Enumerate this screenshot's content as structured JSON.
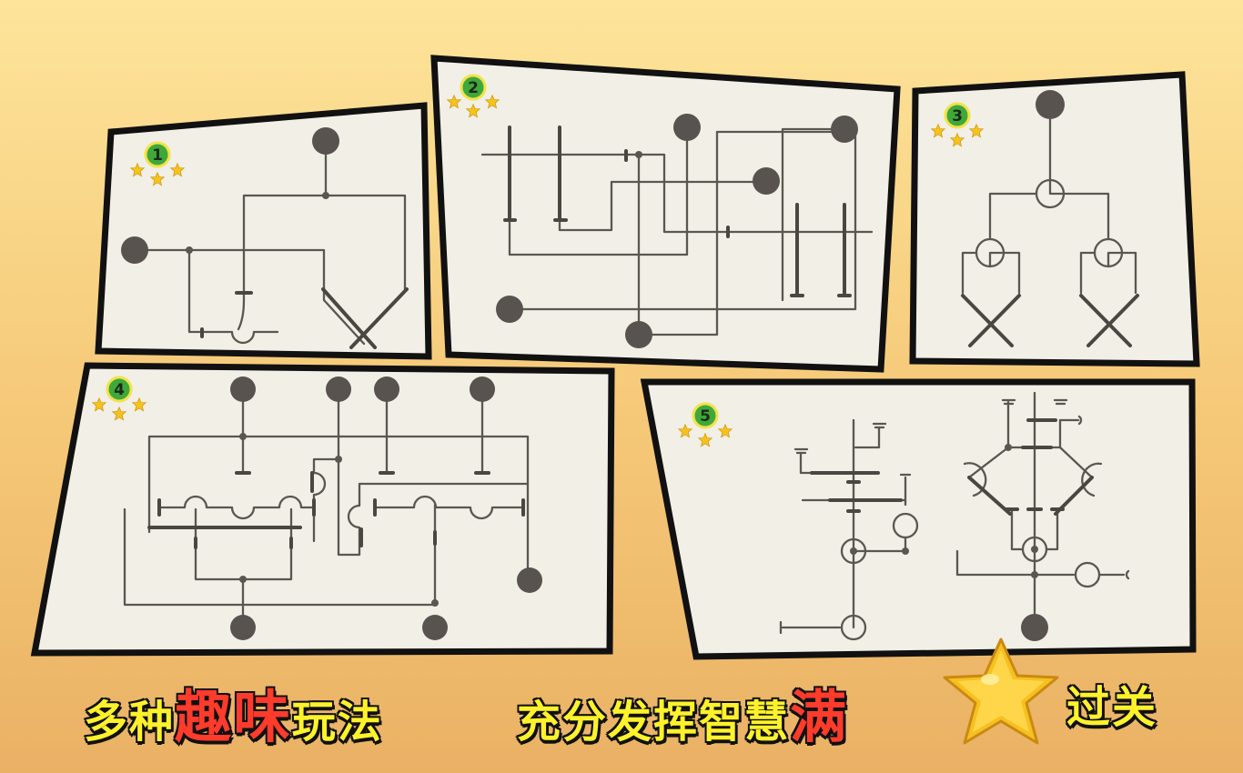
{
  "levels": [
    {
      "number": "1",
      "stars": 3
    },
    {
      "number": "2",
      "stars": 3
    },
    {
      "number": "3",
      "stars": 3
    },
    {
      "number": "4",
      "stars": 3
    },
    {
      "number": "5",
      "stars": 3
    }
  ],
  "slogan": {
    "part1": "多种",
    "part2_highlight": "趣味",
    "part3": "玩法",
    "part4": "充分发挥智慧",
    "part5_highlight": "满",
    "part6": "过关"
  },
  "colors": {
    "background_top": "#fde49a",
    "background_bottom": "#eab165",
    "slogan_yellow": "#fff22b",
    "slogan_red": "#ff3b2b",
    "badge_green": "#3fa83a",
    "star_gold": "#f6c31d"
  },
  "icons": {
    "level_badge": "green-circle-number",
    "rating": "gold-star",
    "big_star": "gold-star"
  }
}
